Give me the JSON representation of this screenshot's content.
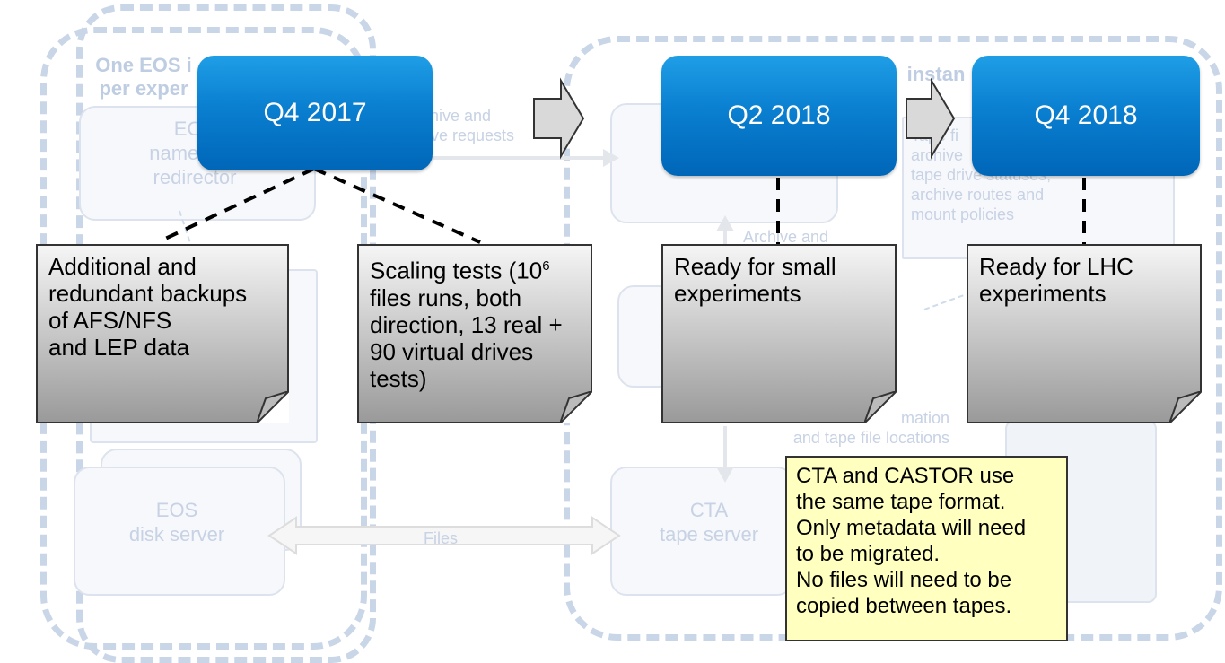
{
  "milestones": [
    {
      "label": "Q4 2017"
    },
    {
      "label": "Q2 2018"
    },
    {
      "label": "Q4 2018"
    }
  ],
  "notes": {
    "n1": [
      "Additional and",
      "redundant backups",
      "of AFS/NFS",
      "and LEP data"
    ],
    "n2": {
      "line1_prefix": "Scaling tests (10",
      "line1_sup": "6",
      "lines": [
        "files runs, both",
        "direction, 13 real +",
        "90 virtual drives",
        "tests)"
      ]
    },
    "n3": [
      "Ready for small",
      "experiments"
    ],
    "n4": [
      "Ready for LHC",
      "experiments"
    ]
  },
  "callout": [
    "CTA and CASTOR use",
    "the same tape format.",
    "Only metadata will need",
    "to be migrated.",
    "No files will need to be",
    "copied between tapes."
  ],
  "background": {
    "left_title": [
      "One EOS i",
      "per exper"
    ],
    "right_title": "instan",
    "eos_box": [
      "EOS",
      "namespac",
      "redirector"
    ],
    "eos_disk": [
      "EOS",
      "disk server"
    ],
    "cta_tape": [
      "CTA",
      "tape server"
    ],
    "archive_label": [
      "chive and",
      "eve requests"
    ],
    "archive_and": "Archive and",
    "files_label": "Files",
    "mation": [
      "mation",
      "and tape file locations"
    ],
    "catalogue": [
      "Tape fi",
      "archive",
      "tape drive statuses,",
      "archive routes and",
      "mount policies"
    ]
  }
}
